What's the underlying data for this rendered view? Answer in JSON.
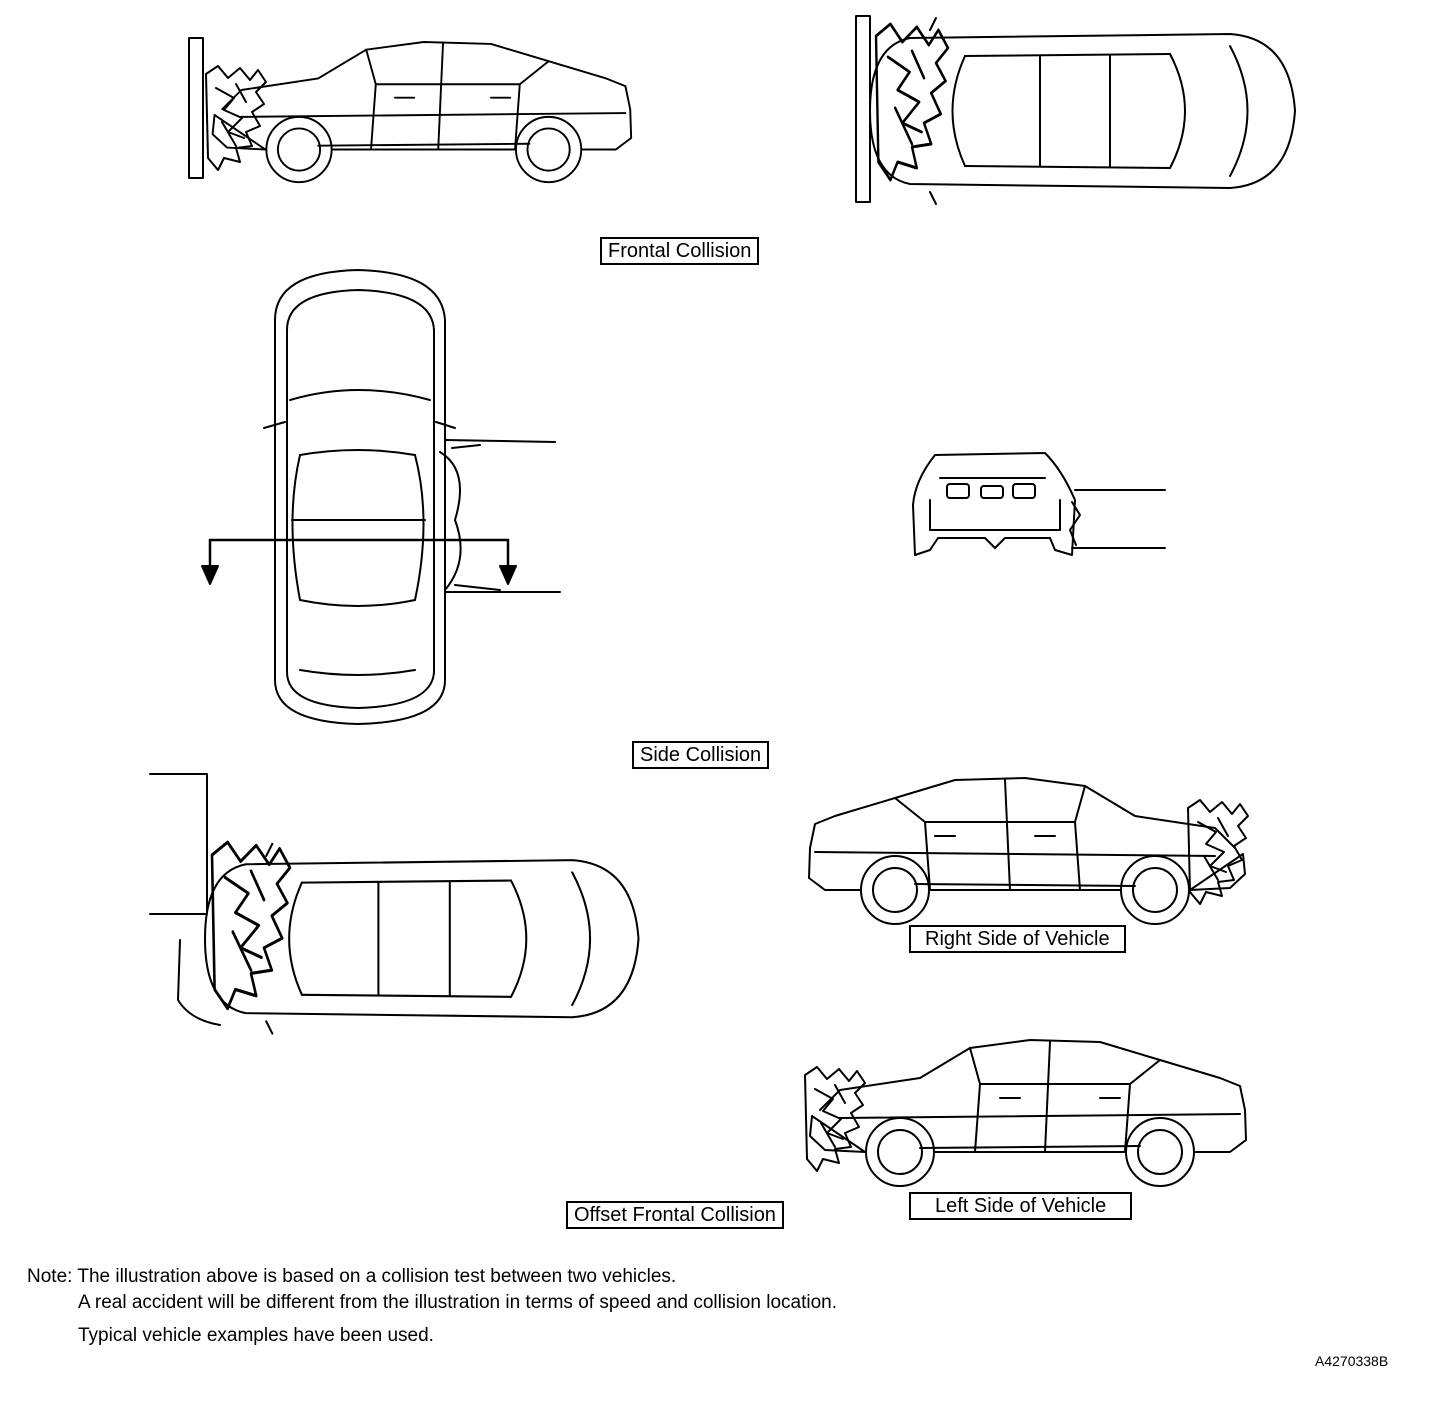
{
  "labels": {
    "frontal": "Frontal Collision",
    "side": "Side Collision",
    "offset": "Offset Frontal Collision",
    "right_side": "Right Side of Vehicle",
    "left_side": "Left Side of Vehicle"
  },
  "note": {
    "line1": "Note: The illustration above is based on a collision test between two vehicles.",
    "line2": "A real accident will be different from the illustration in terms of speed and collision location.",
    "line3": "Typical vehicle examples have been used."
  },
  "figure_code": "A4270338B"
}
